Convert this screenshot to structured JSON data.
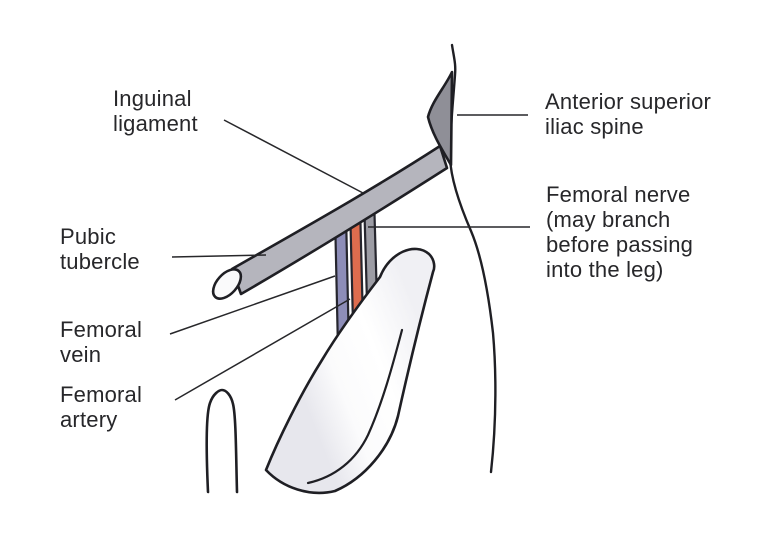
{
  "figure": {
    "description": "Line diagram of the right femoral triangle region",
    "labels": {
      "inguinal_ligament": "Inguinal\nligament",
      "anterior_superior_iliac_spine": "Anterior superior\niliac spine",
      "femoral_nerve": "Femoral nerve\n(may branch\nbefore passing\ninto the leg)",
      "pubic_tubercle": "Pubic\ntubercle",
      "femoral_vein": "Femoral\nvein",
      "femoral_artery": "Femoral\nartery"
    },
    "colors": {
      "outline": "#1f1f24",
      "text": "#27272a",
      "ligament_fill": "#b5b5bd",
      "iliac_spine_fill": "#8f8f97",
      "tube_opening_fill": "#fafafb",
      "vein_fill": "#8d8db8",
      "artery_fill": "#de6c4e",
      "nerve_fill": "#9c9ca4"
    }
  }
}
